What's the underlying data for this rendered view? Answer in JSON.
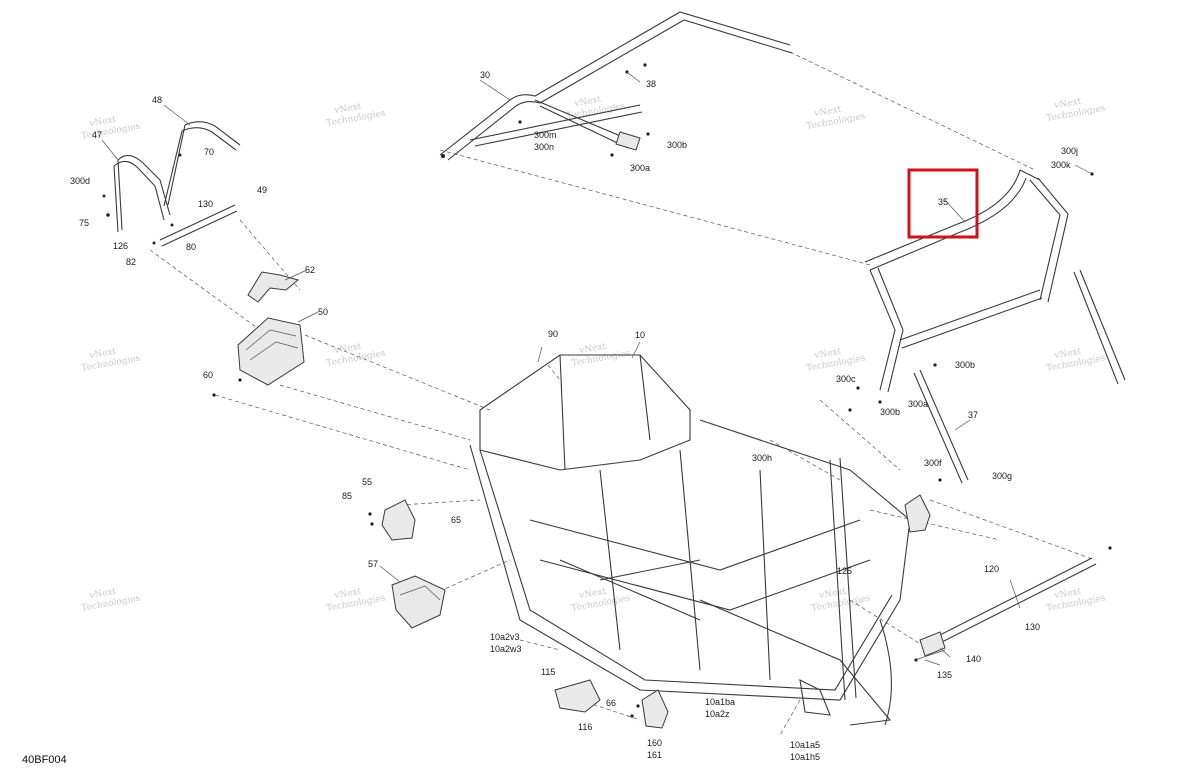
{
  "diagram_code": "40BF004",
  "highlight_color": "#d0121b",
  "watermark_text": [
    "vNext",
    "Technologies"
  ],
  "callouts": [
    {
      "id": "48",
      "text": "48"
    },
    {
      "id": "47",
      "text": "47"
    },
    {
      "id": "70",
      "text": "70"
    },
    {
      "id": "300d",
      "text": "300d"
    },
    {
      "id": "130a",
      "text": "130"
    },
    {
      "id": "49",
      "text": "49"
    },
    {
      "id": "75",
      "text": "75"
    },
    {
      "id": "126",
      "text": "126"
    },
    {
      "id": "80",
      "text": "80"
    },
    {
      "id": "82",
      "text": "82"
    },
    {
      "id": "30",
      "text": "30"
    },
    {
      "id": "38",
      "text": "38"
    },
    {
      "id": "300m",
      "text": "300m"
    },
    {
      "id": "300n",
      "text": "300n"
    },
    {
      "id": "300b_top",
      "text": "300b"
    },
    {
      "id": "300a_top",
      "text": "300a"
    },
    {
      "id": "35",
      "text": "35"
    },
    {
      "id": "300j",
      "text": "300j"
    },
    {
      "id": "300k",
      "text": "300k"
    },
    {
      "id": "52",
      "text": "52"
    },
    {
      "id": "50",
      "text": "50"
    },
    {
      "id": "60",
      "text": "60"
    },
    {
      "id": "90",
      "text": "90"
    },
    {
      "id": "10",
      "text": "10"
    },
    {
      "id": "300c",
      "text": "300c"
    },
    {
      "id": "300b_right",
      "text": "300b"
    },
    {
      "id": "300b_low",
      "text": "300b"
    },
    {
      "id": "300a_right",
      "text": "300a"
    },
    {
      "id": "37",
      "text": "37"
    },
    {
      "id": "300h",
      "text": "300h"
    },
    {
      "id": "300f",
      "text": "300f"
    },
    {
      "id": "300g",
      "text": "300g"
    },
    {
      "id": "55",
      "text": "55"
    },
    {
      "id": "85",
      "text": "85"
    },
    {
      "id": "65",
      "text": "65"
    },
    {
      "id": "57",
      "text": "57"
    },
    {
      "id": "125",
      "text": "125"
    },
    {
      "id": "120",
      "text": "120"
    },
    {
      "id": "130b",
      "text": "130"
    },
    {
      "id": "140",
      "text": "140"
    },
    {
      "id": "135",
      "text": "135"
    },
    {
      "id": "10a2v3",
      "text": "10a2v3"
    },
    {
      "id": "10a2w3",
      "text": "10a2w3"
    },
    {
      "id": "115",
      "text": "115"
    },
    {
      "id": "116",
      "text": "116"
    },
    {
      "id": "66",
      "text": "66"
    },
    {
      "id": "10a1ba",
      "text": "10a1ba"
    },
    {
      "id": "10a2z",
      "text": "10a2z"
    },
    {
      "id": "160",
      "text": "160"
    },
    {
      "id": "161",
      "text": "161"
    },
    {
      "id": "10a1a5",
      "text": "10a1a5"
    },
    {
      "id": "10a1h5",
      "text": "10a1h5"
    }
  ]
}
